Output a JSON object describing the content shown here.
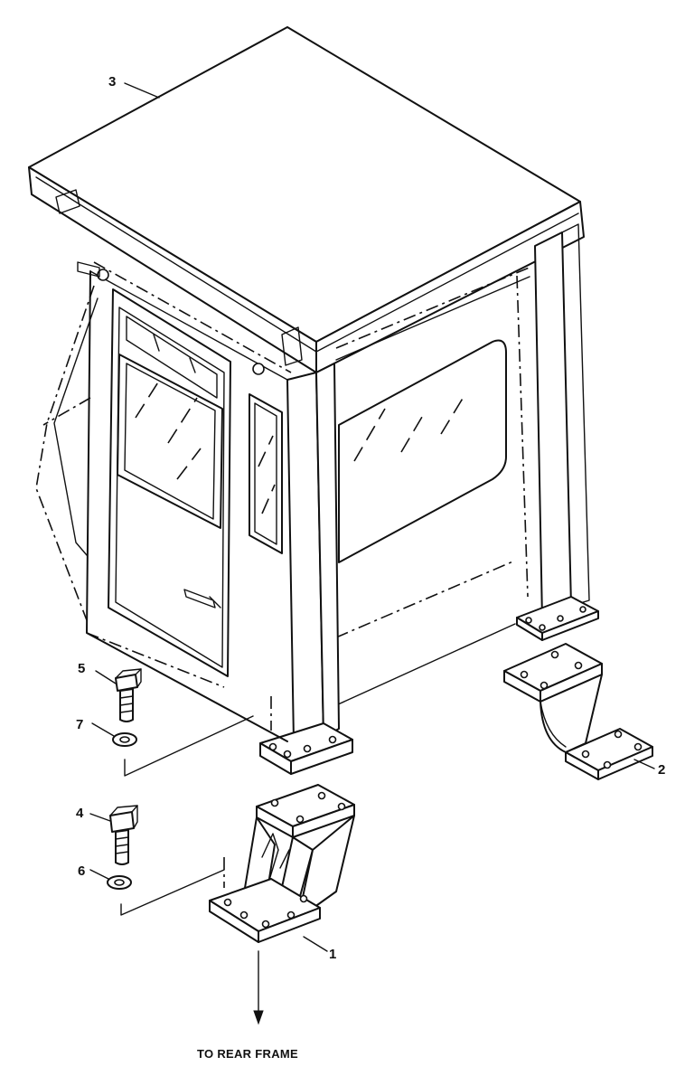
{
  "callouts": {
    "item_1": "1",
    "item_2": "2",
    "item_3": "3",
    "item_4": "4",
    "item_5": "5",
    "item_6": "6",
    "item_7": "7"
  },
  "note": "TO REAR FRAME",
  "colors": {
    "line": "#111111",
    "background": "#ffffff"
  }
}
